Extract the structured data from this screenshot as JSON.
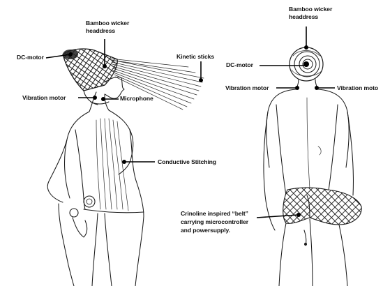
{
  "labels": {
    "left_headdress": "Bamboo wicker\nheaddress",
    "left_dc_motor": "DC-motor",
    "left_kinetic": "Kinetic sticks",
    "left_vibration": "Vibration motor",
    "left_microphone": "Microphone",
    "left_stitching": "Conductive Stitching",
    "right_headdress": "Bamboo wicker\nheaddress",
    "right_dc_motor": "DC-motor",
    "right_vibration_left": "Vibration motor",
    "right_vibration_right": "Vibration moto",
    "right_belt": "Crinoline inspired “belt”\ncarrying microcontroller\nand powersupply."
  },
  "colors": {
    "ink": "#111111",
    "background": "#ffffff"
  }
}
